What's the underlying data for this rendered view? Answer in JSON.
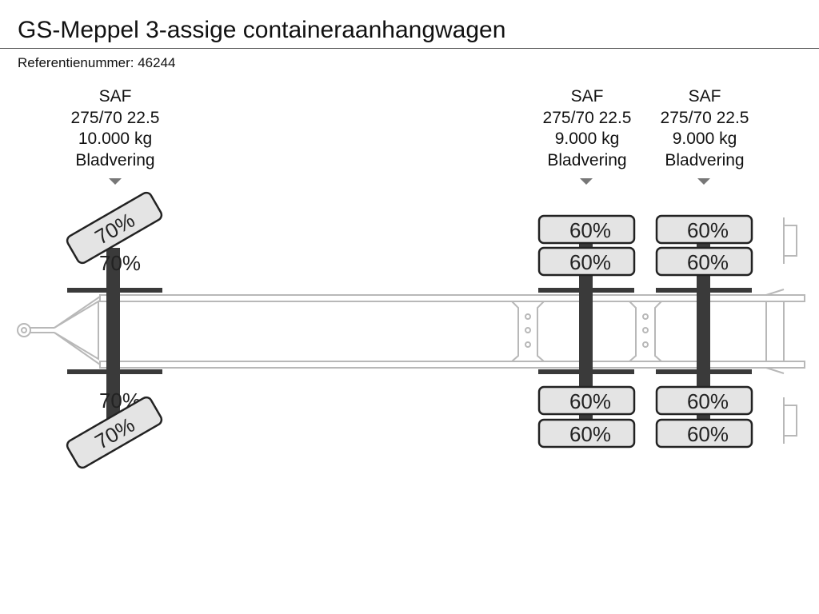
{
  "header": {
    "title": "GS-Meppel 3-assige containeraanhangwagen",
    "reference": "Referentienummer: 46244"
  },
  "axles": [
    {
      "brand": "SAF",
      "tire_size": "275/70 22.5",
      "capacity": "10.000 kg",
      "suspension": "Bladvering",
      "steering": true,
      "tires": {
        "upper_outer": "70%",
        "upper_inner": "70%",
        "lower_inner": "70%",
        "lower_outer": "70%"
      }
    },
    {
      "brand": "SAF",
      "tire_size": "275/70 22.5",
      "capacity": "9.000 kg",
      "suspension": "Bladvering",
      "steering": false,
      "tires": {
        "upper_outer": "60%",
        "upper_inner": "60%",
        "lower_inner": "60%",
        "lower_outer": "60%"
      }
    },
    {
      "brand": "SAF",
      "tire_size": "275/70 22.5",
      "capacity": "9.000 kg",
      "suspension": "Bladvering",
      "steering": false,
      "tires": {
        "upper_outer": "60%",
        "upper_inner": "60%",
        "lower_inner": "60%",
        "lower_outer": "60%"
      }
    }
  ],
  "colors": {
    "tire_fill": "#e4e4e4",
    "tire_stroke": "#222222",
    "axle": "#3a3a3a",
    "frame": "#b8b8b8",
    "marker": "#777777"
  }
}
